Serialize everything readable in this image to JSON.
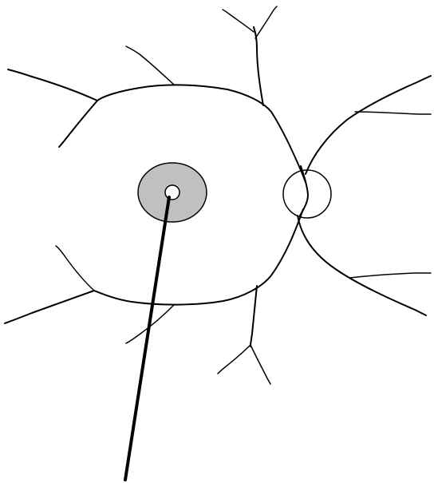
{
  "diagram": {
    "colors": {
      "background": "#ffffff",
      "line": "#000000",
      "optic_disc_fill": "#c0c0c0",
      "fovea_fill": "#ffffff"
    },
    "elements": [
      "optic-disc",
      "fovea",
      "vascular-arcades",
      "highlight-circle",
      "pointer-line"
    ]
  }
}
